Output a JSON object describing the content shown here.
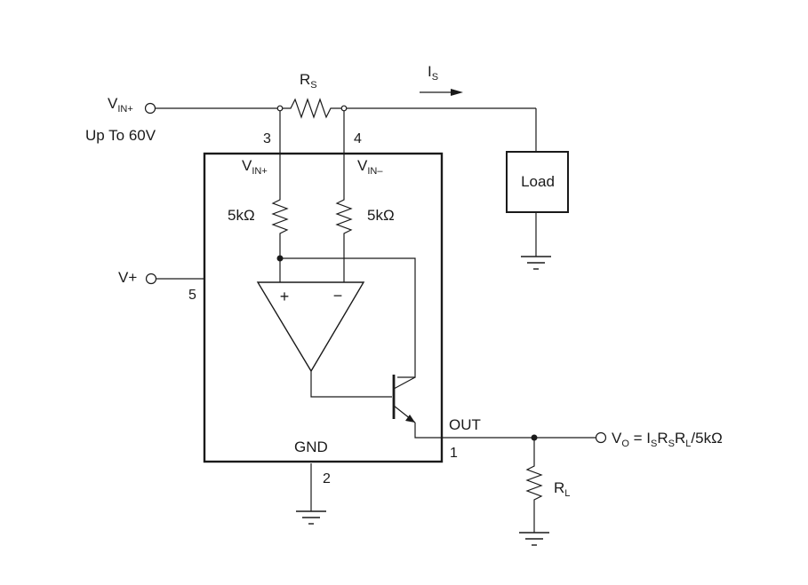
{
  "inputs": {
    "vin_plus": {
      "main": "V",
      "sub": "IN+"
    },
    "up_to": "Up To 60V",
    "v_plus": "V+"
  },
  "sense_resistor": {
    "main": "R",
    "sub": "S"
  },
  "current": {
    "main": "I",
    "sub": "S"
  },
  "load": "Load",
  "pins": {
    "p3": "3",
    "p4": "4",
    "p5": "5",
    "p1": "1",
    "p2": "2"
  },
  "ic": {
    "vin_plus": {
      "main": "V",
      "sub": "IN+"
    },
    "vin_minus": {
      "main": "V",
      "sub": "IN–"
    },
    "r1": "5kΩ",
    "r2": "5kΩ",
    "opamp_plus": "+",
    "opamp_minus": "−",
    "out": "OUT",
    "gnd": "GND"
  },
  "load_resistor": {
    "main": "R",
    "sub": "L"
  },
  "output": {
    "v": "V",
    "o": "O",
    "eq": " = I",
    "s1": "S",
    "r": "R",
    "s2": "S",
    "r2": "R",
    "l": "L",
    "tail": "/5kΩ"
  }
}
